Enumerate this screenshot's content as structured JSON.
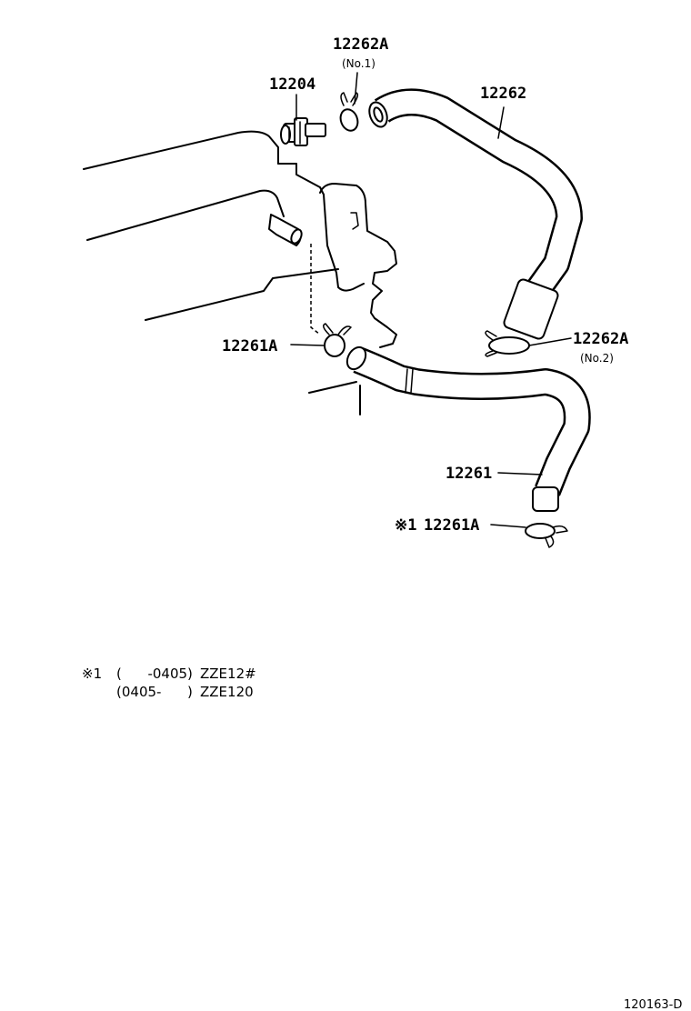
{
  "labels": {
    "clamp_no1_part": "12262A",
    "clamp_no1_note": "(No.1)",
    "pcv_valve_part": "12204",
    "upper_hose_part": "12262",
    "clamp_left_part": "12261A",
    "clamp_no2_part": "12262A",
    "clamp_no2_note": "(No.2)",
    "lower_hose_part": "12261",
    "clamp_marked_symbol": "※1",
    "clamp_marked_part": "12261A"
  },
  "notes": [
    {
      "mark": "※1",
      "range": "(      -0405)",
      "model": "ZZE12#"
    },
    {
      "mark": "",
      "range": "(0405-      )",
      "model": "ZZE120"
    }
  ],
  "diagram_code": "120163-D"
}
